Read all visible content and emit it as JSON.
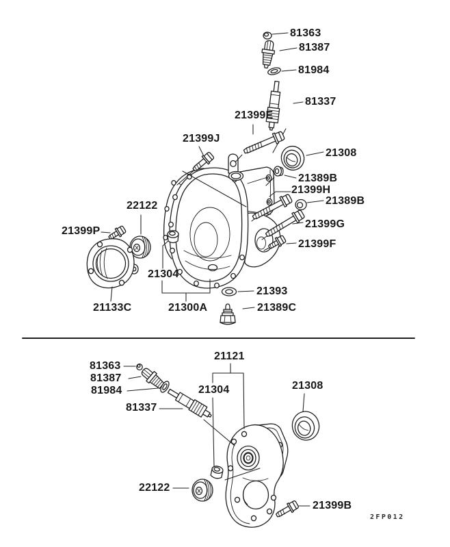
{
  "diagram": {
    "type": "exploded-parts-diagram",
    "page_code": "2FP012",
    "ink": "#1e1e1e",
    "background": "#ffffff"
  },
  "labels": [
    {
      "id": "top-81363",
      "section": "top",
      "text": "81363"
    },
    {
      "id": "top-81387",
      "section": "top",
      "text": "81387"
    },
    {
      "id": "top-81984",
      "section": "top",
      "text": "81984"
    },
    {
      "id": "top-81337",
      "section": "top",
      "text": "81337"
    },
    {
      "id": "top-21399E",
      "section": "top",
      "text": "21399E"
    },
    {
      "id": "top-21399J",
      "section": "top",
      "text": "21399J"
    },
    {
      "id": "top-21308",
      "section": "top",
      "text": "21308"
    },
    {
      "id": "top-21389B-1",
      "section": "top",
      "text": "21389B"
    },
    {
      "id": "top-21399H",
      "section": "top",
      "text": "21399H"
    },
    {
      "id": "top-21389B-2",
      "section": "top",
      "text": "21389B"
    },
    {
      "id": "top-21399G",
      "section": "top",
      "text": "21399G"
    },
    {
      "id": "top-21399F",
      "section": "top",
      "text": "21399F"
    },
    {
      "id": "top-22122",
      "section": "top",
      "text": "22122"
    },
    {
      "id": "top-21399P",
      "section": "top",
      "text": "21399P"
    },
    {
      "id": "top-21304",
      "section": "top",
      "text": "21304"
    },
    {
      "id": "top-21133C",
      "section": "top",
      "text": "21133C"
    },
    {
      "id": "top-21300A",
      "section": "top",
      "text": "21300A"
    },
    {
      "id": "top-21393",
      "section": "top",
      "text": "21393"
    },
    {
      "id": "top-21389C",
      "section": "top",
      "text": "21389C"
    },
    {
      "id": "bottom-21121",
      "section": "bottom",
      "text": "21121"
    },
    {
      "id": "bottom-81363",
      "section": "bottom",
      "text": "81363"
    },
    {
      "id": "bottom-81387",
      "section": "bottom",
      "text": "81387"
    },
    {
      "id": "bottom-81984",
      "section": "bottom",
      "text": "81984"
    },
    {
      "id": "bottom-81337",
      "section": "bottom",
      "text": "81337"
    },
    {
      "id": "bottom-21304",
      "section": "bottom",
      "text": "21304"
    },
    {
      "id": "bottom-21308",
      "section": "bottom",
      "text": "21308"
    },
    {
      "id": "bottom-22122",
      "section": "bottom",
      "text": "22122"
    },
    {
      "id": "bottom-21399B",
      "section": "bottom",
      "text": "21399B"
    },
    {
      "id": "footer-code",
      "section": "footer",
      "text": "2FP012"
    }
  ]
}
